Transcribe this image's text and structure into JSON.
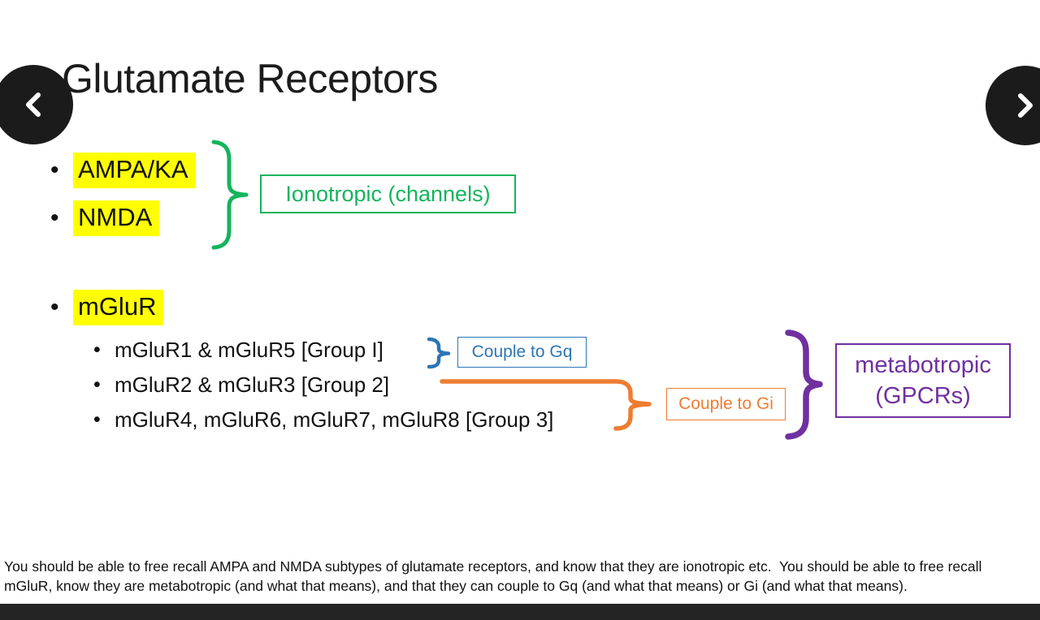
{
  "nav": {
    "prev_icon": "chevron-left",
    "next_icon": "chevron-right"
  },
  "slide": {
    "title": "Glutamate Receptors",
    "bullet": "•",
    "receptors": {
      "ampa": "AMPA/KA",
      "nmda": "NMDA",
      "mglur": "mGluR",
      "group1": "mGluR1 & mGluR5 [Group I]",
      "group2": "mGluR2 & mGluR3 [Group 2]",
      "group3": "mGluR4, mGluR6, mGluR7, mGluR8 [Group 3]"
    },
    "callouts": {
      "ionotropic": "Ionotropic (channels)",
      "couple_gq": "Couple to Gq",
      "couple_gi": "Couple to Gi",
      "metabotropic_line1": "metabotropic",
      "metabotropic_line2": "(GPCRs)"
    },
    "colors": {
      "highlight_yellow": "#FFFF00",
      "ionotropic_green": "#14B45C",
      "gq_blue": "#2E75B6",
      "gi_orange": "#ED7D31",
      "metabotropic_purple": "#7030A0"
    },
    "caption": {
      "line1": "You should be able to free recall AMPA and NMDA subtypes of glutamate receptors, and know that they are ionotropic etc.  You should be able to free recall",
      "line2": "mGluR, know they are metabotropic (and what that means), and that they can couple to Gq (and what that means) or Gi (and what that means)."
    }
  }
}
